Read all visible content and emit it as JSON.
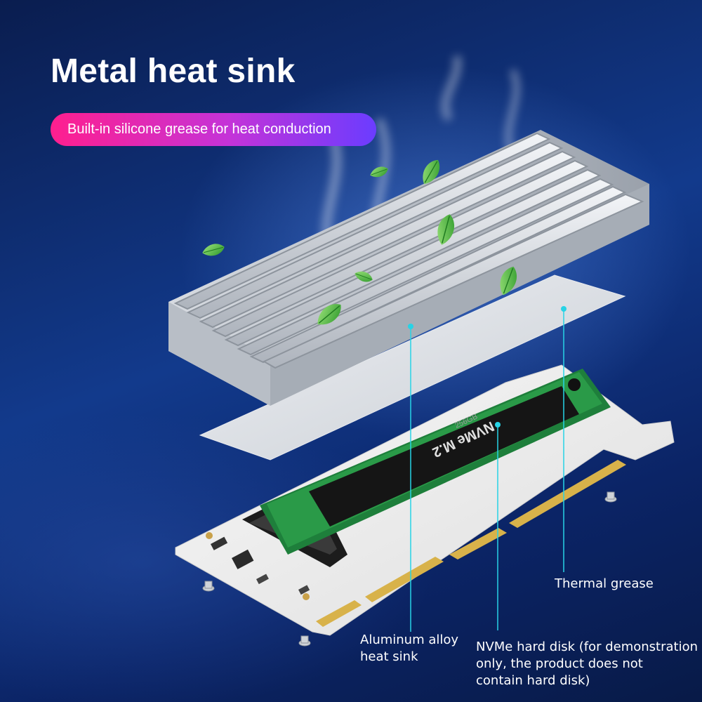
{
  "title": "Metal heat sink",
  "subtitle": "Built-in silicone grease for heat conduction",
  "ssd": {
    "brand_text": "NVMe M.2",
    "capacity_text": "256GB"
  },
  "labels": {
    "thermal_grease": "Thermal grease",
    "heat_sink_line1": "Aluminum alloy",
    "heat_sink_line2": "heat sink",
    "disk_line1": "NVMe hard disk (for demonstration",
    "disk_line2": "only, the product does not",
    "disk_line3": "contain hard disk)"
  },
  "colors": {
    "accent_line": "#27d3e6",
    "pill_start": "#ff1f8e",
    "pill_end": "#6b3cff"
  },
  "icons": [
    "leaf-icon"
  ]
}
